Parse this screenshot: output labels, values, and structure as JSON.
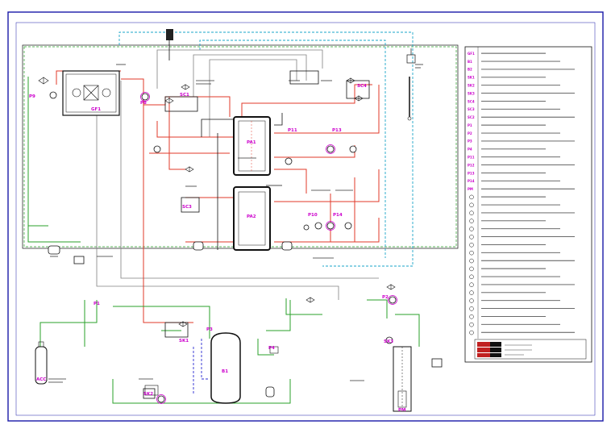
{
  "colors": {
    "frame": "#1a1aa8",
    "hot": "#e03a2a",
    "cold_green": "#2aa02a",
    "cyan": "#1aa6c8",
    "blue": "#2a2ad0",
    "grey": "#808080",
    "black": "#111111",
    "magenta": "#cc00cc"
  },
  "icons": {
    "heat_pump": "heat-exchanger-icon",
    "tank": "storage-tank-icon",
    "pump": "circulator-pump-icon",
    "valve": "valve-icon",
    "expansion_vessel": "expansion-vessel-icon",
    "probe": "temperature-probe-icon",
    "cylinder": "gas-cylinder-icon",
    "radiator": "radiator-icon",
    "chimney": "flue-terminal-icon"
  },
  "tags": {
    "gf1": "GF1",
    "p9": "P9",
    "p8": "P8",
    "sc1": "SC1",
    "pa1": "PA1",
    "sc4": "SC4",
    "sc3": "SC3",
    "pa2": "PA2",
    "b1": "B1",
    "p1": "P1",
    "p2": "P2",
    "p3": "P3",
    "p4": "P4",
    "p11": "P11",
    "p13": "P13",
    "p14": "P14",
    "p10": "P10",
    "pm": "PM",
    "acc": "ACC",
    "sk1": "SK1",
    "sk2": "SK2",
    "sk3": "SK3"
  },
  "legend": {
    "codes": [
      "GF1",
      "B1",
      "B2",
      "SK1",
      "SK2",
      "SK3",
      "SC4",
      "SC3",
      "SC2",
      "P1",
      "P2",
      "P3",
      "P4",
      "P11",
      "P12",
      "P13",
      "P14",
      "PM"
    ],
    "symbol_rows": 18
  },
  "title_block": {
    "rows": [
      "",
      "",
      ""
    ]
  }
}
